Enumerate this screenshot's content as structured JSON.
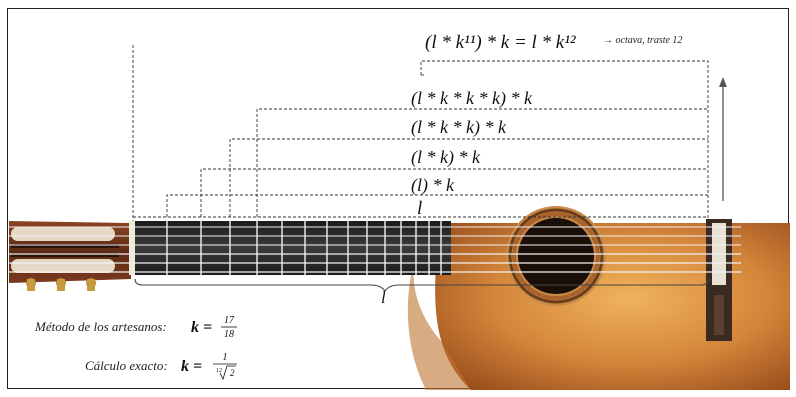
{
  "formulas": {
    "octave": "(l * k¹¹) * k = l * k¹²",
    "octave_note": "→ octava, traste 12",
    "f4": "(l * k * k * k) * k",
    "f3": "(l * k * k) * k",
    "f2": "(l * k) * k",
    "f1": "(l) * k",
    "f0": "l",
    "brace_label": "l"
  },
  "methods": {
    "artisans_label": "Método de los artesanos:",
    "artisans_k": "k =",
    "artisans_num": "17",
    "artisans_den": "18",
    "exact_label": "Cálculo exacto:",
    "exact_k": "k =",
    "exact_num": "1",
    "exact_root_index": "12",
    "exact_root_arg": "2"
  },
  "colors": {
    "line": "#333333",
    "fretboard": "#2b2b2b",
    "fret": "#d9d9d9",
    "string": "#f2f2f2",
    "body": "#d68a3e",
    "headstock": "#7a3a1f"
  }
}
